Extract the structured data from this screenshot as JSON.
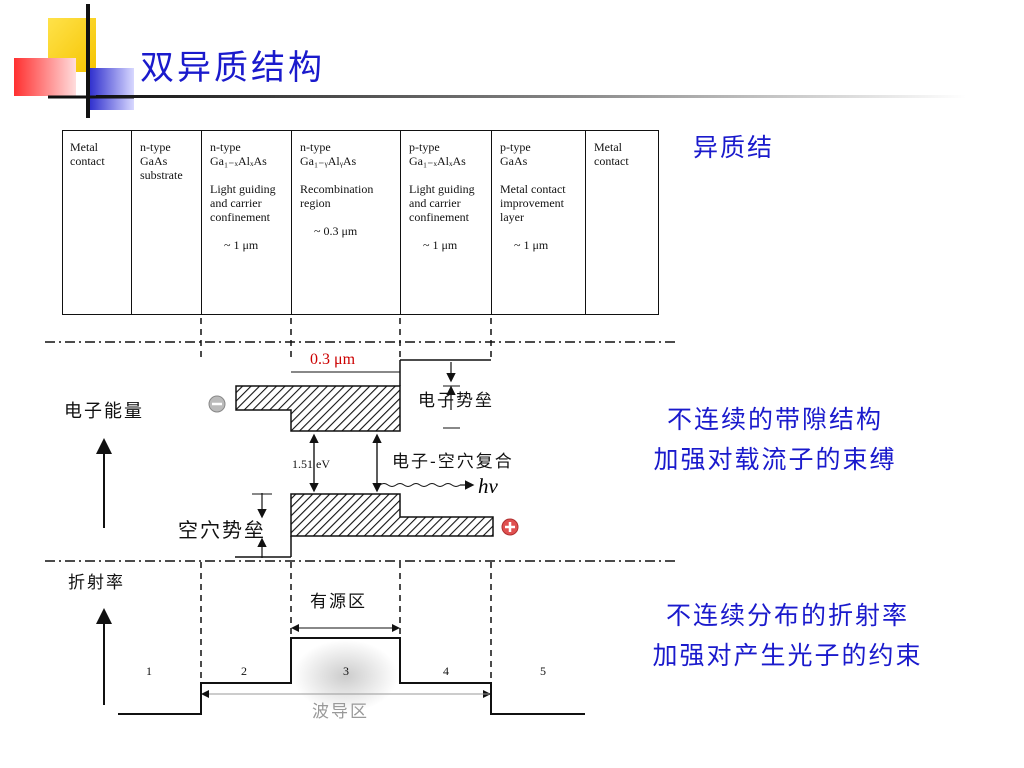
{
  "title": "双异质结构",
  "side_notes": {
    "heterojunction": "异质结",
    "band_line1": "不连续的带隙结构",
    "band_line2": "加强对载流子的束缚",
    "index_line1": "不连续分布的折射率",
    "index_line2": "加强对产生光子的约束"
  },
  "layers": [
    {
      "type": "Metal",
      "type2": "contact",
      "material": "",
      "desc": "",
      "thickness": ""
    },
    {
      "type": "n-type",
      "type2": "",
      "material": "GaAs",
      "desc": "substrate",
      "thickness": ""
    },
    {
      "type": "n-type",
      "type2": "",
      "material": "Ga₁₋ₓAlₓAs",
      "desc": "Light guiding and carrier confinement",
      "thickness": "~ 1 μm"
    },
    {
      "type": "n-type",
      "type2": "",
      "material": "Ga₁₋ᵧAlᵧAs",
      "desc": "Recombination region",
      "thickness": "~ 0.3 μm"
    },
    {
      "type": "p-type",
      "type2": "",
      "material": "Ga₁₋ₓAlₓAs",
      "desc": "Light guiding and carrier confinement",
      "thickness": "~ 1 μm"
    },
    {
      "type": "p-type",
      "type2": "",
      "material": "GaAs",
      "desc": "Metal contact improvement layer",
      "thickness": "~ 1 μm"
    },
    {
      "type": "Metal",
      "type2": "contact",
      "material": "",
      "desc": "",
      "thickness": ""
    }
  ],
  "band": {
    "energy_axis": "电子能量",
    "active_thickness": "0.3 μm",
    "electron_barrier": "电子势垒",
    "recombination": "电子-空穴复合",
    "photon": "hv",
    "gap": "1.51 eV",
    "hole_barrier": "空穴势垒"
  },
  "index": {
    "axis": "折射率",
    "active_region": "有源区",
    "waveguide_region": "波导区",
    "regions": [
      "1",
      "2",
      "3",
      "4",
      "5"
    ]
  },
  "colors": {
    "title": "#1a1acc",
    "side_text": "#1a1acc",
    "annotation_red": "#cc0000"
  }
}
